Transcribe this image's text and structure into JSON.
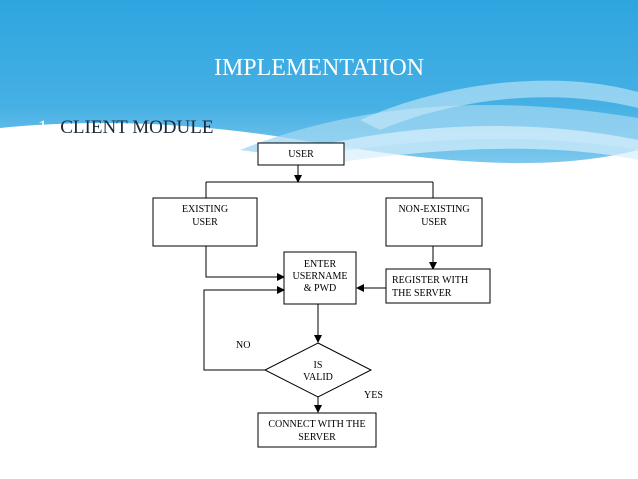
{
  "slide": {
    "title": "IMPLEMENTATION",
    "section_number": "1.",
    "section_title": "CLIENT MODULE",
    "colors": {
      "header_top": "#2ea5df",
      "header_wave": "#9fd6f1",
      "text_dark": "#1b2a3a"
    }
  },
  "flowchart": {
    "user": "USER",
    "existing_user": [
      "EXISTING",
      "USER"
    ],
    "non_existing_user": [
      "NON-EXISTING",
      "USER"
    ],
    "enter_credentials": [
      "ENTER",
      "USERNAME",
      "& PWD"
    ],
    "register": [
      "REGISTER WITH",
      "THE SERVER"
    ],
    "is_valid": [
      "IS",
      "VALID"
    ],
    "no_label": "NO",
    "yes_label": "YES",
    "connect": [
      "CONNECT WITH THE",
      "SERVER"
    ]
  }
}
